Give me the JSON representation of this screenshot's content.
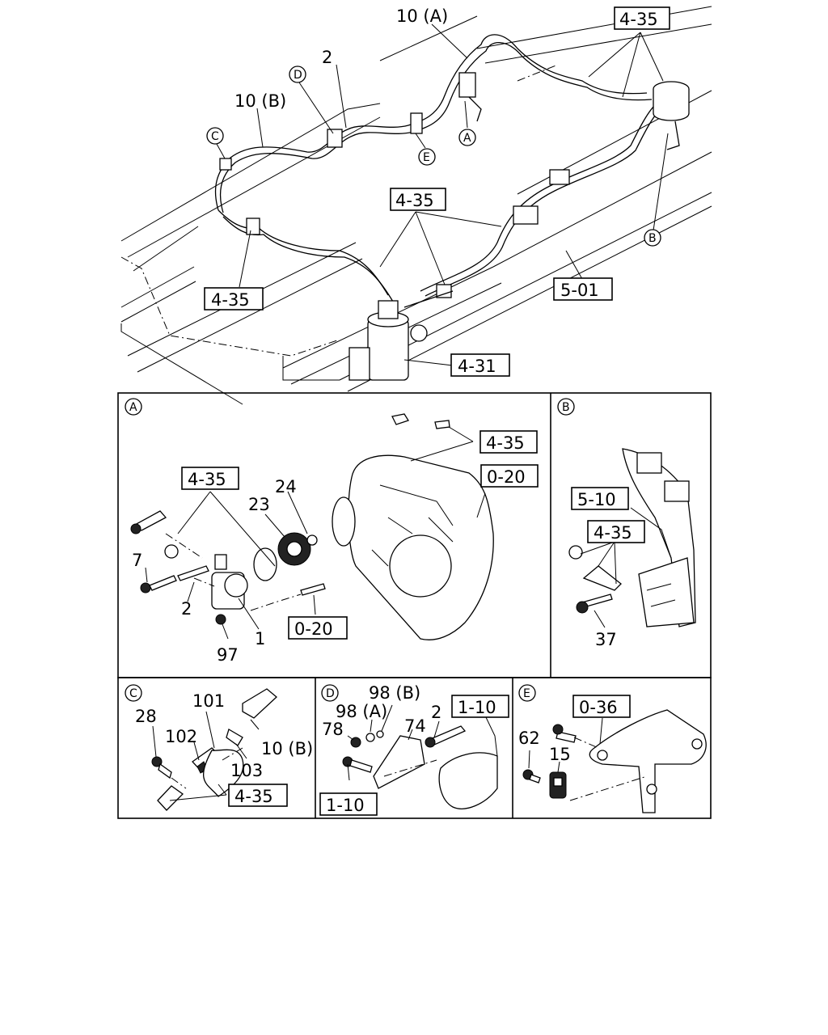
{
  "top": {
    "refs": [
      "4-35",
      "4-35",
      "4-35",
      "5-01",
      "4-31"
    ],
    "labels": [
      "10 (A)",
      "2",
      "10 (B)"
    ],
    "markers": [
      "D",
      "C",
      "E",
      "A",
      "B"
    ]
  },
  "panels": {
    "A": {
      "marker": "A",
      "refs": [
        "4-35",
        "0-20",
        "4-35",
        "0-20"
      ],
      "labels": [
        "24",
        "23",
        "7",
        "2",
        "1",
        "97"
      ]
    },
    "B": {
      "marker": "B",
      "refs": [
        "5-10",
        "4-35"
      ],
      "labels": [
        "37"
      ]
    },
    "C": {
      "marker": "C",
      "refs": [
        "4-35"
      ],
      "labels": [
        "28",
        "101",
        "102",
        "103",
        "10 (B)"
      ]
    },
    "D": {
      "marker": "D",
      "refs": [
        "1-10",
        "1-10"
      ],
      "labels": [
        "98 (B)",
        "98 (A)",
        "78",
        "74",
        "2"
      ]
    },
    "E": {
      "marker": "E",
      "refs": [
        "0-36"
      ],
      "labels": [
        "62",
        "15"
      ]
    }
  }
}
